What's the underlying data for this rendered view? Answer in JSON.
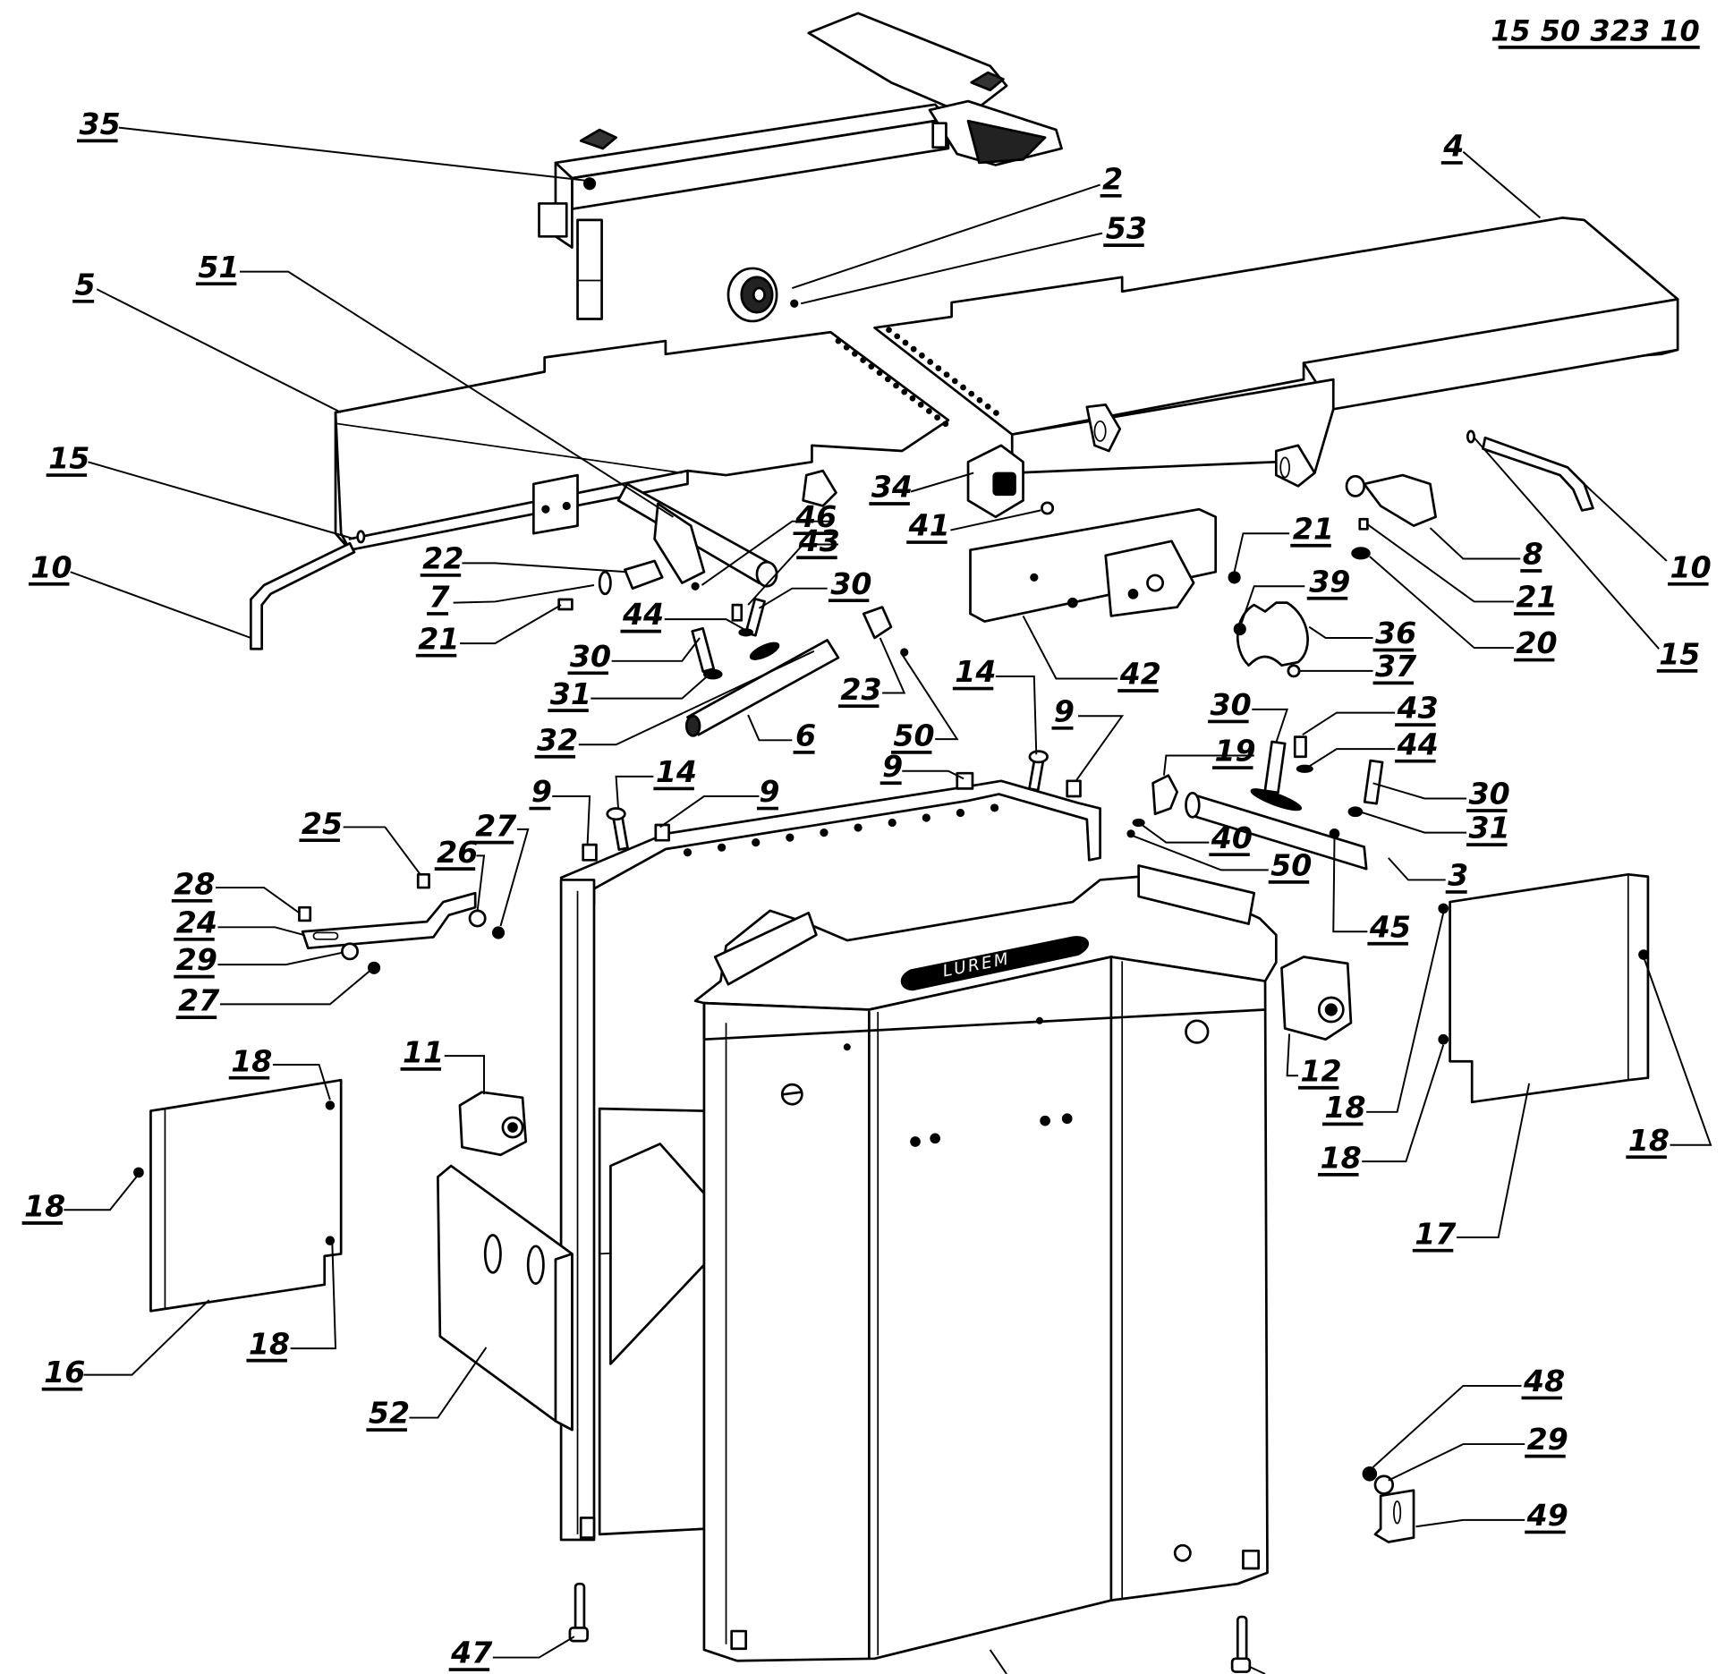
{
  "document": {
    "reference_number": "15 50 323 10",
    "brand_badge": "LUREM"
  },
  "callouts": [
    "35",
    "2",
    "53",
    "4",
    "51",
    "5",
    "15",
    "10",
    "34",
    "41",
    "22",
    "7",
    "21",
    "46",
    "43",
    "30",
    "44",
    "8",
    "21",
    "21",
    "20",
    "10",
    "15",
    "39",
    "36",
    "37",
    "42",
    "30",
    "31",
    "32",
    "6",
    "23",
    "50",
    "14",
    "9",
    "30",
    "43",
    "44",
    "19",
    "9",
    "14",
    "9",
    "9",
    "30",
    "31",
    "40",
    "50",
    "3",
    "45",
    "25",
    "26",
    "27",
    "28",
    "24",
    "29",
    "27",
    "11",
    "12",
    "18",
    "18",
    "18",
    "18",
    "18",
    "18",
    "16",
    "17",
    "52",
    "48",
    "29",
    "49",
    "47"
  ]
}
